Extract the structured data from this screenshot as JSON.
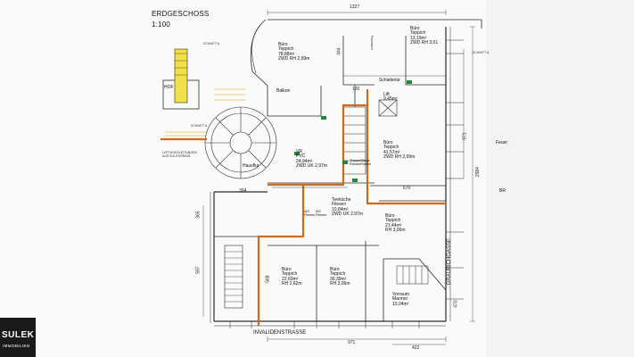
{
  "plan": {
    "title": "ERDGESCHOSS",
    "scale": "1:100"
  },
  "rooms": {
    "buero_top": [
      "Büro",
      "Teppich",
      "78,88m²",
      "ZWD RH 2,99m"
    ],
    "buero_topright": [
      "Büro",
      "Teppich",
      "13,19m²",
      "ZWD RH 3,01"
    ],
    "lift": [
      "Lift",
      "9,45m²"
    ],
    "buero_mid": [
      "Büro",
      "Teppich",
      "41,57m²",
      "ZWD RH 2,99m"
    ],
    "vr": [
      "VR",
      "PVC",
      "24,94m²",
      "ZWD UK 2,97m"
    ],
    "treppe": [
      "Treppe",
      "Fliesen"
    ],
    "stiege": [
      "Stiege",
      "Fliesen"
    ],
    "hausflur": "Hausflur",
    "teekueche": [
      "Teeküche",
      "Fliesen",
      "10,84m²",
      "ZWD UK 2,97m"
    ],
    "wc1": [
      "WC",
      "Fliesen"
    ],
    "wc2": [
      "WC",
      "Fliesen"
    ],
    "buero_right": [
      "Büro",
      "Teppich",
      "21,44m²",
      "RH 3,06m"
    ],
    "buero_bl": [
      "Büro",
      "Teppich",
      "22,60m²",
      "RH 2,62m"
    ],
    "buero_bc": [
      "Büro",
      "Teppich",
      "30,39m²",
      "RH 3,06m"
    ],
    "vorraum": [
      "Vorraum",
      "Marmor",
      "13,04m²"
    ]
  },
  "labels": {
    "balkon": "Balkon",
    "schiebetuer": "Schiebetür",
    "hof": "HOF",
    "schnitt_left": "SCHNITT A",
    "schnitt_right": "SCHNITT A",
    "schnitt_lower": "SCHNITT A",
    "lueftung": [
      "LÜFTUNGSLEITUNGEN",
      "AUS SOUTERRAIN"
    ],
    "flachdach": "Flachdach",
    "feuer": "Feuer",
    "br": "BR"
  },
  "dimensions": {
    "top": "1327",
    "d394": "394",
    "d570": "570",
    "d120": "120",
    "d444": "444",
    "d971_side": "971",
    "d2584": "2584",
    "d365": "365",
    "d597": "597",
    "d568": "568",
    "d470": "470",
    "d971_bottom": "971",
    "d422": "422"
  },
  "streets": {
    "bottom": "INVALIDENSTRASSE",
    "right": "GRAUBICHGASSE"
  },
  "logo": {
    "name": "SULEK",
    "sub": "IMMOBILIEN"
  },
  "colors": {
    "wall": "#2b2b2b",
    "accent": "#cf6a1c",
    "highlight": "#e3a100",
    "logo_bg": "#1a1a1a"
  }
}
